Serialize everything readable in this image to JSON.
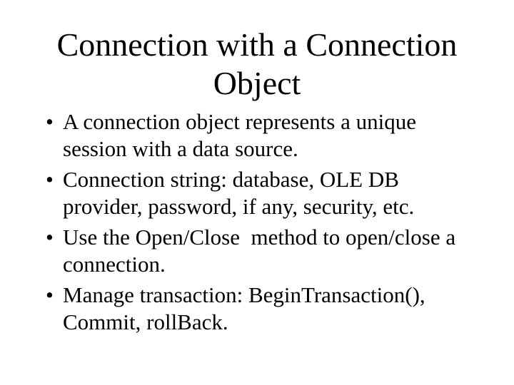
{
  "slide": {
    "background_color": "#ffffff",
    "text_color": "#000000",
    "bullet_glyph": "•",
    "title": {
      "line1": "Connection with a Connection",
      "line2": "Object"
    },
    "bullets": [
      {
        "lines": [
          "A connection object represents a unique",
          "session with a data source."
        ]
      },
      {
        "lines": [
          "Connection string: database, OLE DB",
          "provider, password, if any, security, etc."
        ]
      },
      {
        "lines": [
          "Use the Open/Close  method to open/close a",
          "connection."
        ]
      },
      {
        "lines": [
          "Manage transaction: BeginTransaction(),",
          "Commit, rollBack."
        ]
      }
    ]
  }
}
